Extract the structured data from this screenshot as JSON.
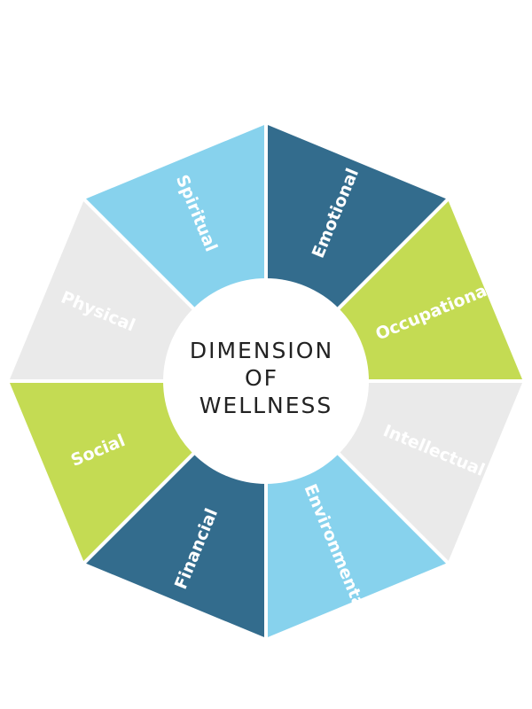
{
  "center": {
    "lines": [
      "DIMENSION",
      "OF",
      "WELLNESS"
    ]
  },
  "colors": {
    "dark_blue": "#336c8d",
    "light_blue": "#87d2ed",
    "green": "#c4db53",
    "light_gray": "#eaeaea",
    "center_fill": "#ffffff",
    "center_text": "#222222",
    "label_text": "#ffffff"
  },
  "segments": [
    {
      "id": "emotional",
      "label": "Emotional",
      "color": "#336c8d"
    },
    {
      "id": "occupational",
      "label": "Occupational",
      "color": "#c4db53"
    },
    {
      "id": "intellectual",
      "label": "Intellectual",
      "color": "#eaeaea"
    },
    {
      "id": "environmental",
      "label": "Environmental",
      "color": "#87d2ed"
    },
    {
      "id": "financial",
      "label": "Financial",
      "color": "#336c8d"
    },
    {
      "id": "social",
      "label": "Social",
      "color": "#c4db53"
    },
    {
      "id": "physical",
      "label": "Physical",
      "color": "#eaeaea"
    },
    {
      "id": "spiritual",
      "label": "Spiritual",
      "color": "#87d2ed"
    }
  ]
}
